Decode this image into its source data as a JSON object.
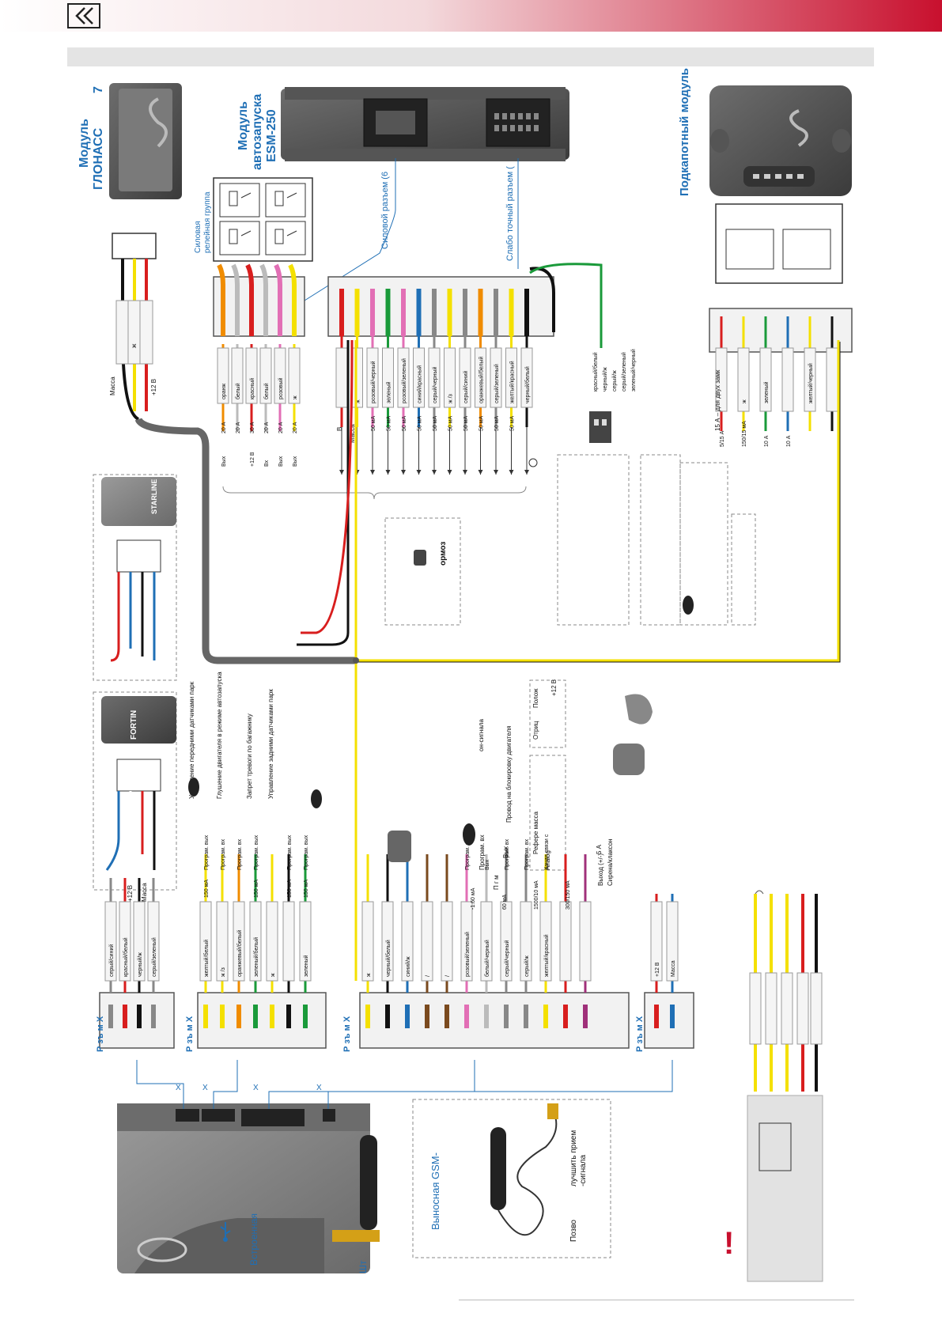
{
  "nav": {
    "back_icon": "double-chevron-left-icon"
  },
  "colors": {
    "accent": "#c8102e",
    "label_blue": "#1f6fb5",
    "wire_grey": "#666666"
  },
  "modules": {
    "glonass": {
      "line1": "Модуль",
      "line2": "ГЛОНАСС",
      "suffix": "7"
    },
    "autostart": {
      "line1": "Модуль",
      "line2": "автозапуска",
      "line3": "ESM-250"
    },
    "underhood": {
      "title": "Подкапотный модуль"
    },
    "fortin": {
      "brand": "FORTIN"
    },
    "starline_box": {
      "brand": "STARLINE"
    }
  },
  "labels": {
    "relay_group": [
      "Силовая",
      "релейная группа"
    ],
    "power_connector": "Силовой разъем (6",
    "weak_connector": "Слабо точный разъем (",
    "gsm_remote": "Выносная GSM-",
    "gsm_text": [
      "лучшить прием",
      "-сигнала"
    ],
    "gsm_pos": "Позво",
    "builtin": "Встроенная",
    "sht": "Шт",
    "brake": "ормоз",
    "warning_mark": "!"
  },
  "connector_labels": [
    "Р зъ м Х",
    "Р зъ м Х",
    "Р зъ м Х",
    "Р зъ м Х"
  ],
  "x_markers": [
    "Х",
    "Х",
    "Х",
    "Х"
  ],
  "conn1_wires": [
    {
      "label": "серый/синий",
      "color": "#888888",
      "stripe": "#1f6fb5"
    },
    {
      "label": "красный/белый",
      "color": "#d81e1e",
      "stripe": "#ffffff"
    },
    {
      "label": "черный/ж",
      "color": "#111111",
      "stripe": "#f4e000"
    },
    {
      "label": "серый/зеленый",
      "color": "#888888",
      "stripe": "#1a9a3a"
    }
  ],
  "conn1_notes": [
    "+12 В",
    "Масса"
  ],
  "conn2_wires": [
    {
      "label": "желтый/белый",
      "ma": "150 мА",
      "note": "Програм. вых",
      "color": "#f4e000"
    },
    {
      "label": "ж /з",
      "ma": "",
      "note": "Програм. вх",
      "color": "#f4e000"
    },
    {
      "label": "оранжевый/белый",
      "ma": "",
      "note": "Програм. вх",
      "color": "#f08c00"
    },
    {
      "label": "зеленый/белый",
      "ma": "150 мА",
      "note": "Програм. вых",
      "color": "#1a9a3a"
    },
    {
      "label": "ж",
      "ma": "",
      "note": "",
      "color": "#f4e000"
    },
    {
      "label": "",
      "ma": "150 мА",
      "note": "Програм. вых",
      "color": "#111111"
    },
    {
      "label": "зеленый",
      "ma": "150 мА",
      "note": "Програм. вых",
      "color": "#1a9a3a"
    }
  ],
  "conn2_func": [
    "Управление передними датчиками парк",
    "Глушение двигателя в режиме автозапуска",
    "Запрет тревоги по багажнику",
    "Управление задними датчиками парк"
  ],
  "conn3_wires": [
    {
      "label": "ж",
      "color": "#f4e000",
      "note": ""
    },
    {
      "label": "черный/белый",
      "color": "#111111",
      "note": ""
    },
    {
      "label": "синий/ж",
      "color": "#1f6fb5",
      "note": ""
    },
    {
      "label": "/",
      "color": "#7a4a1e",
      "note": ""
    },
    {
      "label": "/",
      "color": "#7a4a1e",
      "note": ""
    },
    {
      "label": "розовый/зеленый",
      "color": "#e26fb5",
      "note": "Програм. вх"
    },
    {
      "label": "белый/черный",
      "color": "#ffffff",
      "note": "Вых"
    },
    {
      "label": "серый/черный",
      "color": "#888888",
      "note": "Програм. вх"
    },
    {
      "label": "серый/ж",
      "color": "#888888",
      "note": "Програм. вх"
    },
    {
      "label": "желтый/красный",
      "color": "#f4e000",
      "note": "Канал связи с"
    },
    {
      "label": "",
      "color": "#d81e1e",
      "note": ""
    },
    {
      "label": "",
      "color": "#a0307a",
      "note": ""
    }
  ],
  "conn3_ma": [
    "-1.60 мА",
    "60 мА",
    "1500/10 мА",
    "300/150 мА"
  ],
  "conn3_func": [
    "Провод на блокировку двигателя",
    "Выход (+/-)",
    "Сирена/клаксон",
    "Рефере масса",
    "Analog",
    "он-сигнала"
  ],
  "conn4_wires": [
    {
      "label": "+12 В",
      "color": "#d81e1e"
    },
    {
      "label": "Масса",
      "color": "#1f6fb5"
    }
  ],
  "relay_wires": [
    {
      "label": "оранж",
      "amp": "20 А",
      "out": "Вых",
      "color": "#f08c00"
    },
    {
      "label": "белый",
      "amp": "20 А",
      "out": "",
      "color": "#ffffff"
    },
    {
      "label": "красный",
      "amp": "30 А",
      "out": "+12 В",
      "color": "#d81e1e"
    },
    {
      "label": "белый",
      "amp": "20 А",
      "out": "Вх",
      "color": "#ffffff"
    },
    {
      "label": "розовый",
      "amp": "20 А",
      "out": "Вых",
      "color": "#e26fb5"
    },
    {
      "label": "ж",
      "amp": "20 А",
      "out": "Вых",
      "color": "#f4e000"
    }
  ],
  "weak_wires": [
    {
      "label": "",
      "ma": "",
      "color": "#d81e1e"
    },
    {
      "label": "ж",
      "ma": "",
      "color": "#f4e000"
    },
    {
      "label": "розовый/черный",
      "ma": "50 мА",
      "color": "#e26fb5"
    },
    {
      "label": "зеленый",
      "ma": "50 мА",
      "color": "#1a9a3a"
    },
    {
      "label": "розовый/зеленый",
      "ma": "50 мА",
      "color": "#e26fb5"
    },
    {
      "label": "синий/красный",
      "ma": "50 мА",
      "color": "#1f6fb5"
    },
    {
      "label": "серый/черный",
      "ma": "50 мА",
      "color": "#888888"
    },
    {
      "label": "ж /з",
      "ma": "50 мА",
      "color": "#f4e000"
    },
    {
      "label": "серый/синий",
      "ma": "50 мА",
      "color": "#888888"
    },
    {
      "label": "оранжевый/белый",
      "ma": "50 мА",
      "color": "#f08c00"
    },
    {
      "label": "серый/зеленый",
      "ma": "50 мА",
      "color": "#888888"
    },
    {
      "label": "желтый/красный",
      "ma": "50 мА",
      "color": "#f4e000"
    },
    {
      "label": "черный/белый",
      "ma": "",
      "color": "#111111"
    }
  ],
  "weak_notes": [
    "В",
    "Масса"
  ],
  "glonass_wires": [
    "Масса",
    "ж",
    "+12 В"
  ],
  "side_wires": [
    "красный/белый",
    "черный/ж",
    "серый/ж",
    "серый/зеленый",
    "зеленый/черный"
  ],
  "underhood_wires": [
    {
      "label": "",
      "amp": "5/15 А",
      "color": "#d81e1e"
    },
    {
      "label": "ж",
      "amp": "150/15 мА",
      "color": "#f4e000"
    },
    {
      "label": "зеленый",
      "amp": "10 А",
      "color": "#1a9a3a"
    },
    {
      "label": "",
      "amp": "10 А",
      "color": "#1f6fb5"
    },
    {
      "label": "желтый/черный",
      "amp": "",
      "color": "#f4e000"
    },
    {
      "label": "",
      "amp": "",
      "color": "#111111"
    }
  ],
  "underhood_notes": [
    "15 А – для двух замк"
  ],
  "misc_notes": [
    "Отриц",
    "Полож",
    "+12 В",
    "П  г  м",
    "Програм. вх",
    "Вых",
    "5 А"
  ]
}
